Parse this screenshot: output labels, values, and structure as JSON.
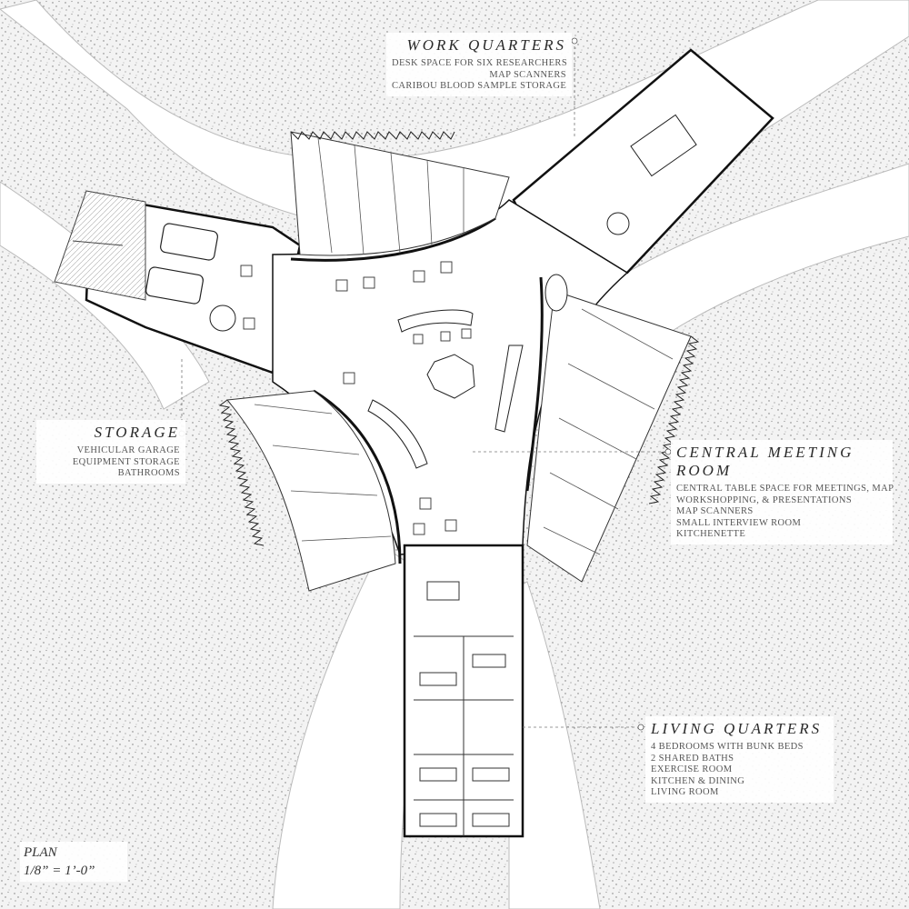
{
  "annotations": {
    "work_quarters": {
      "title": "WORK QUARTERS",
      "lines": [
        "DESK SPACE FOR SIX RESEARCHERS",
        "MAP SCANNERS",
        "CARIBOU BLOOD SAMPLE STORAGE"
      ]
    },
    "storage": {
      "title": "STORAGE",
      "lines": [
        "VEHICULAR GARAGE",
        "EQUIPMENT STORAGE",
        "BATHROOMS"
      ]
    },
    "central_meeting_room": {
      "title": "CENTRAL MEETING ROOM",
      "lines": [
        "CENTRAL TABLE SPACE FOR MEETINGS, MAP",
        "WORKSHOPPING, & PRESENTATIONS",
        "MAP SCANNERS",
        "SMALL INTERVIEW ROOM",
        "KITCHENETTE"
      ]
    },
    "living_quarters": {
      "title": "LIVING QUARTERS",
      "lines": [
        "4 BEDROOMS WITH BUNK BEDS",
        "2 SHARED BATHS",
        "EXERCISE ROOM",
        "KITCHEN & DINING",
        "LIVING ROOM"
      ]
    }
  },
  "scale": {
    "title": "PLAN",
    "ratio": "1/8” = 1’-0”"
  },
  "colors": {
    "ink": "#1a1a1a",
    "stipple": "#8a8a8a",
    "paper": "#ffffff",
    "label": "#555555"
  }
}
